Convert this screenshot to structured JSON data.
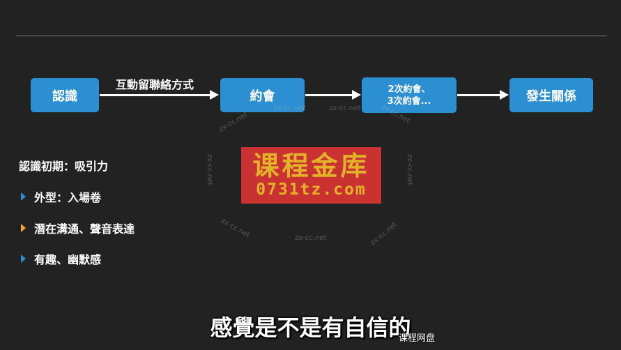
{
  "flow": {
    "box_1": "認識",
    "box_2": "約會",
    "box_3_line1": "2次約會、",
    "box_3_line2": "3次約會...",
    "box_4": "發生關係",
    "arrow_1_label": "互動留聯絡方式"
  },
  "content": {
    "heading": "認識初期：吸引力",
    "bullets": [
      "外型：入場卷",
      "潛在溝通、聲音表達",
      "有趣、幽默感"
    ]
  },
  "watermark": {
    "text": "zx-cc.net",
    "stamp_line1": "课程金库",
    "stamp_line2": "0731tz.com"
  },
  "subtitle": "感覺是不是有自信的",
  "corner_mark": "课程网盘",
  "colors": {
    "slide_bg": "#222223",
    "box_blue": "#2b8fd1",
    "bullet_orange": "#f0a43a",
    "stamp_red": "#d93434",
    "stamp_text": "#f3c02a"
  },
  "icons": {
    "bullet": "triangle-right-icon",
    "arrow": "arrow-right-icon"
  }
}
